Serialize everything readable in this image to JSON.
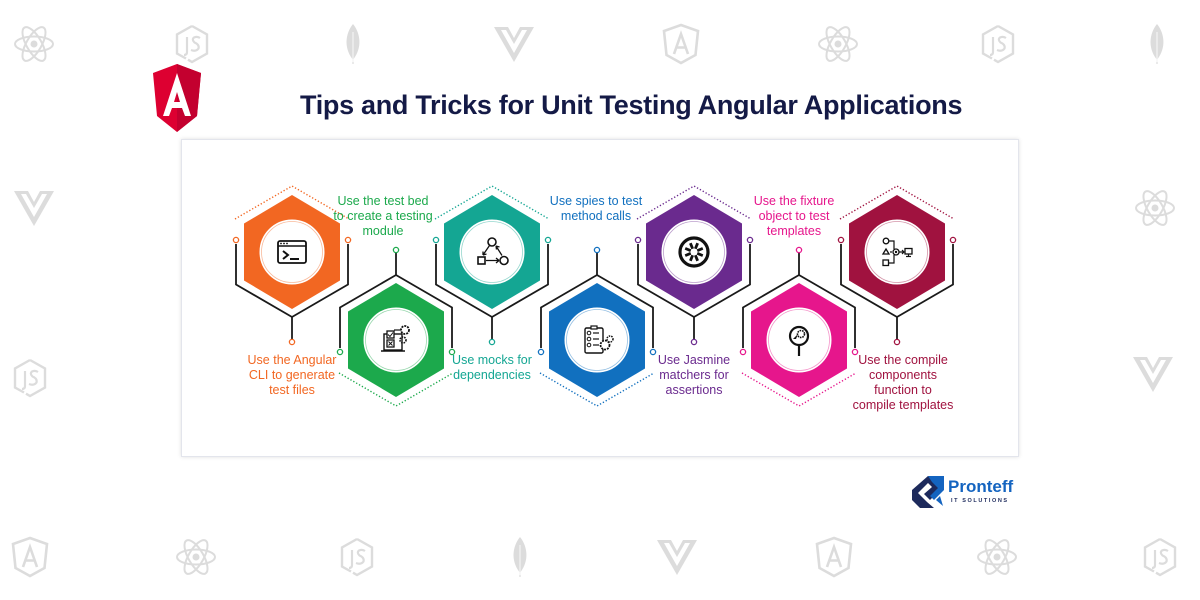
{
  "page": {
    "title": "Tips and Tricks for Unit Testing Angular Applications",
    "colors": {
      "title": "#141a46",
      "angular_red": "#dd0031",
      "background_icon": "#dcdcdc",
      "connector": "#1a1a1a"
    }
  },
  "tips": [
    {
      "id": 1,
      "label": "Use the Angular CLI to generate test files",
      "lines": [
        "Use the Angular",
        "CLI to generate",
        "test files"
      ],
      "color": "#f26722",
      "icon": "terminal-icon",
      "row": "top"
    },
    {
      "id": 2,
      "label": "Use the test bed to create a testing module",
      "lines": [
        "Use the test bed",
        "to create a testing",
        "module"
      ],
      "color": "#1ca94c",
      "icon": "testing-laptop-gears-icon",
      "row": "bottom"
    },
    {
      "id": 3,
      "label": "Use mocks for dependencies",
      "lines": [
        "Use mocks for",
        "dependencies"
      ],
      "color": "#14a693",
      "icon": "dependency-flow-icon",
      "row": "top"
    },
    {
      "id": 4,
      "label": "Use spies to test method calls",
      "lines": [
        "Use spies to test",
        "method calls"
      ],
      "color": "#1170bf",
      "icon": "checklist-gears-icon",
      "row": "bottom"
    },
    {
      "id": 5,
      "label": "Use Jasmine matchers for assertions",
      "lines": [
        "Use Jasmine",
        "matchers for",
        "assertions"
      ],
      "color": "#6a2a8e",
      "icon": "jasmine-icon",
      "row": "top"
    },
    {
      "id": 6,
      "label": "Use the fixture object to test templates",
      "lines": [
        "Use the fixture",
        "object to test",
        "templates"
      ],
      "color": "#e6168c",
      "icon": "search-gear-icon",
      "row": "bottom"
    },
    {
      "id": 7,
      "label": "Use the compile components function to compile templates",
      "lines": [
        "Use the compile",
        "components",
        "function to",
        "compile templates"
      ],
      "color": "#a0123f",
      "icon": "compile-flow-icon",
      "row": "top"
    }
  ],
  "brand": {
    "name": "Pronteff",
    "tagline": "IT SOLUTIONS",
    "color": "#1464c0"
  },
  "background_icons": [
    "react-icon",
    "nodejs-icon",
    "mongodb-leaf-icon",
    "vue-icon",
    "angular-outline-icon"
  ]
}
